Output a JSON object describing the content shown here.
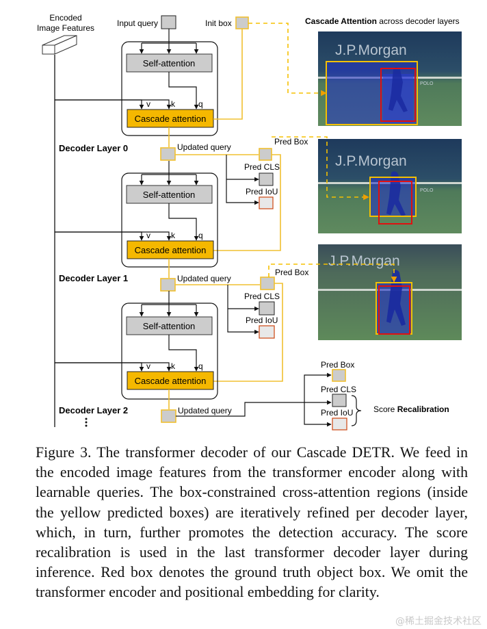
{
  "diagram": {
    "encoded_label_line1": "Encoded",
    "encoded_label_line2": "Image Features",
    "input_query": "Input query",
    "init_box": "Init box",
    "panel_title_bold": "Cascade Attention",
    "panel_title_rest": " across decoder layers",
    "self_attention": "Self-attention",
    "cascade_attention": "Cascade attention",
    "v": "v",
    "k": "k",
    "q": "q",
    "layers": [
      {
        "name": "Decoder Layer 0",
        "updated_query": "Updated query"
      },
      {
        "name": "Decoder Layer 1",
        "updated_query": "Updated query"
      },
      {
        "name": "Decoder Layer 2",
        "updated_query": "Updated query"
      }
    ],
    "pred_box": "Pred Box",
    "pred_cls": "Pred CLS",
    "pred_iou": "Pred IoU",
    "score_recal_prefix": "Score ",
    "score_recal_bold": "Recalibration",
    "photo_banner_text": "J.P.Morgan",
    "photo_polo_text": "POLO",
    "colors": {
      "cascade_fill": "#f5b800",
      "yellow_line": "#f0c030",
      "gray_box": "#cccccc",
      "pred_iou_border": "#d05020",
      "red_box": "#e01010",
      "attention_blue": "#2030c8"
    }
  },
  "caption": "Figure 3. The transformer decoder of our Cascade DETR. We feed in the encoded image features from the transformer encoder along with learnable queries. The box-constrained cross-attention regions (inside the yellow predicted boxes) are iteratively refined per decoder layer, which, in turn, further promotes the detection accuracy. The score recalibration is used in the last transformer decoder layer during inference. Red box denotes the ground truth object box. We omit the transformer encoder and positional embedding for clarity.",
  "watermark": "@稀土掘金技术社区"
}
